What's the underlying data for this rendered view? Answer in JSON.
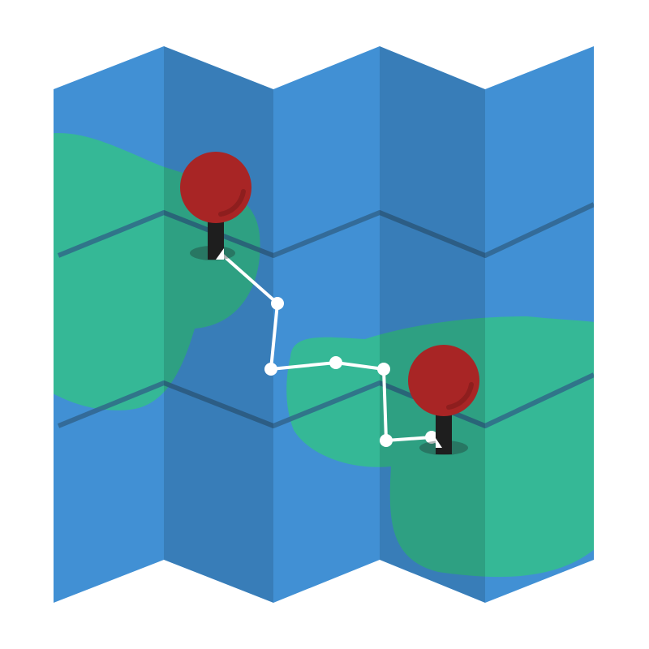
{
  "illustration": {
    "subject": "folded-map-icon",
    "icons": [
      "folded-map-icon",
      "map-pin-icon",
      "route-path-icon"
    ],
    "colors": {
      "background": "#ffffff",
      "water": "#4190D4",
      "fold_shade": "#000000",
      "land": "#35B896",
      "grid_line": "#2F5F86",
      "route": "#ffffff",
      "pin_head": "#A82525",
      "pin_head_highlight": "#8E1E1E",
      "pin_stem": "#1E1E1E",
      "pin_shadow": "#1E2A2A"
    },
    "pins": [
      "start",
      "end"
    ],
    "route_waypoint_count": 8
  }
}
